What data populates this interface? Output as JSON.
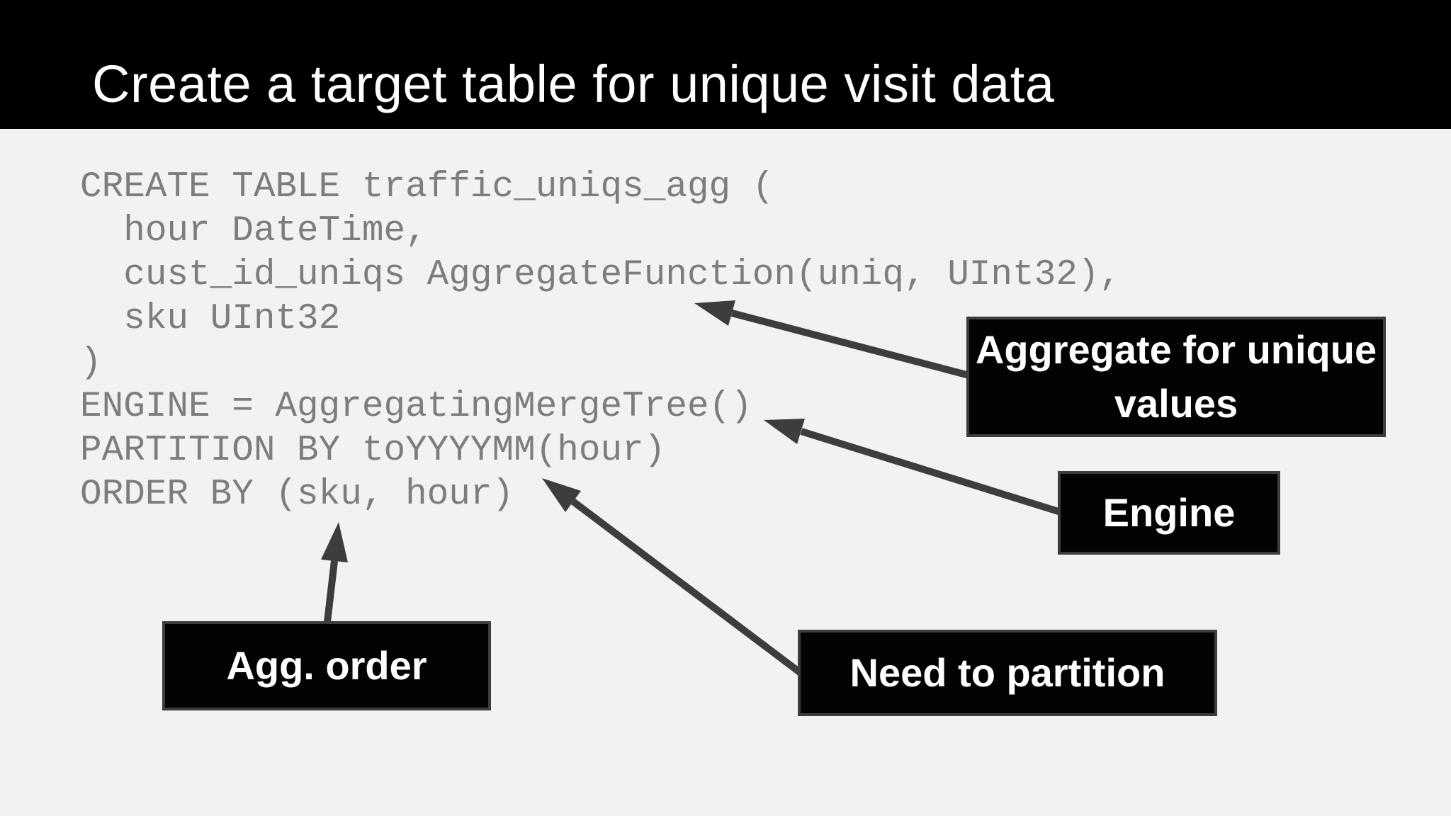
{
  "slide": {
    "title": "Create a target table for unique visit data",
    "colors": {
      "background": "#f2f2f3",
      "header_bg": "#000000",
      "title_color": "#ffffff",
      "code_color": "#7d7d7d",
      "arrow_color": "#3d3d3d",
      "callout_bg": "#030303",
      "callout_border": "#3d3d3d",
      "callout_text": "#ffffff"
    }
  },
  "code": {
    "lines": [
      "CREATE TABLE traffic_uniqs_agg (",
      "  hour DateTime,",
      "  cust_id_uniqs AggregateFunction(uniq, UInt32),",
      "  sku UInt32",
      ")",
      "ENGINE = AggregatingMergeTree()",
      "PARTITION BY toYYYYMM(hour)",
      "ORDER BY (sku, hour)"
    ]
  },
  "annotations": [
    {
      "label": "Aggregate for unique values"
    },
    {
      "label": "Engine"
    },
    {
      "label": "Agg. order"
    },
    {
      "label": "Need to partition"
    }
  ]
}
